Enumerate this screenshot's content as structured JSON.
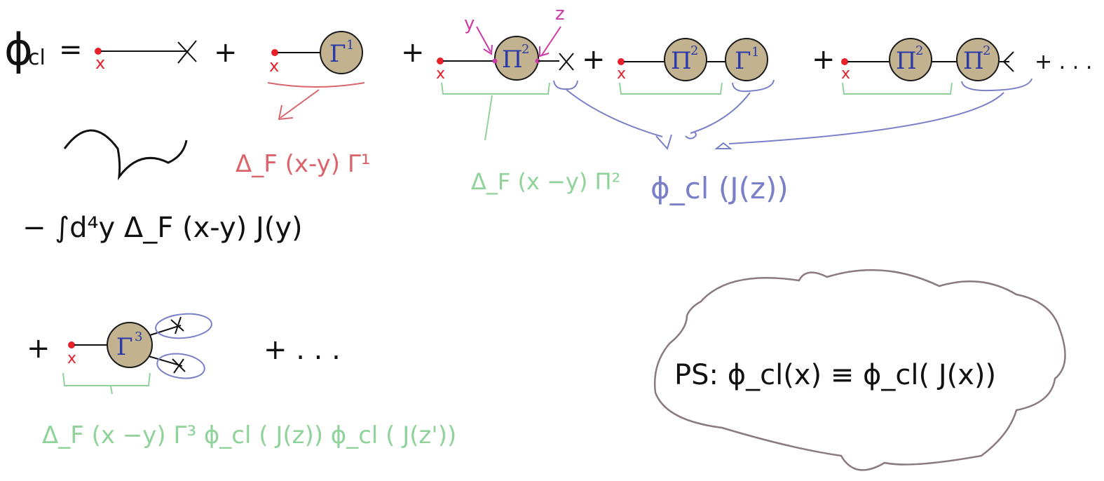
{
  "colors": {
    "ink": "#111111",
    "red": "#e8202a",
    "salmon": "#d9646a",
    "green": "#8fd39a",
    "blue": "#7a80c8",
    "magenta": "#cc3aa8",
    "blob_fill": "#c2b28f",
    "blob_stroke": "#1a1a1a",
    "blob_text": "#2a3aa8",
    "cloud": "#8a7a7f"
  },
  "equation": {
    "lhs": "ϕ",
    "lhs_sub": "cl",
    "equals": "=",
    "plus": "+",
    "ellipsis": "+ . . .",
    "ellipsis2": "+ . . ."
  },
  "blobs": {
    "gamma1": "Γ",
    "gamma1_sup": "1",
    "pi2": "Π",
    "pi2_sup": "2",
    "gamma3": "Γ",
    "gamma3_sup": "3"
  },
  "labels": {
    "x": "x",
    "y": "y",
    "z": "z"
  },
  "annotations": {
    "red_prop": "Δ_F (x-y) Γ¹",
    "source_term": "− ∫d⁴y Δ_F (x-y) J(y)",
    "green_prop": "Δ_F (x −y) Π²",
    "blue_phi": "ϕ_cl (J(z))",
    "bottom": "Δ_F (x −y) Γ³ ϕ_cl ( J(z)) ϕ_cl ( J(z'))",
    "ps": "PS:  ϕ_cl(x) ≡ ϕ_cl( J(x))"
  }
}
